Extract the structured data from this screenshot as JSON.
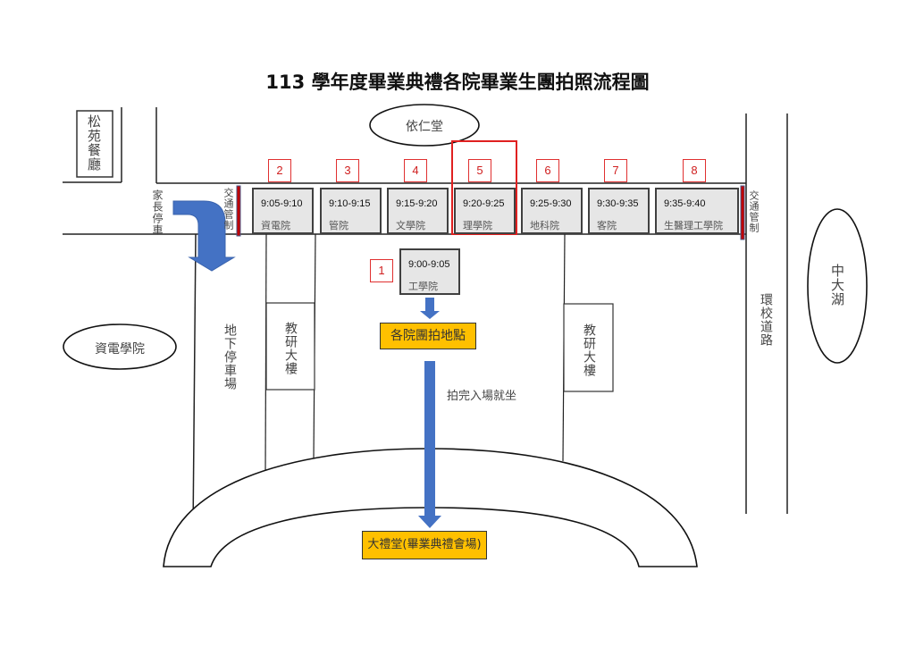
{
  "title": "113 學年度畢業典禮各院畢業生團拍照流程圖",
  "landmarks": {
    "restaurant": "松苑餐廳",
    "yiren_hall": "依仁堂",
    "parent_parking": "家長停車",
    "traffic_control_left": "交通管制",
    "traffic_control_right": "交通管制",
    "underground_parking": "地下停車場",
    "research_building_left": "教研大樓",
    "research_building_right": "教研大樓",
    "eecs_college": "資電學院",
    "ring_road": "環校道路",
    "lake": "中大湖",
    "walk_instruction": "拍完入場就坐"
  },
  "photo_location": "各院團拍地點",
  "auditorium": "大禮堂(畢業典禮會場)",
  "colleges": [
    {
      "order": "1",
      "time": "9:00-9:05",
      "name": "工學院",
      "highlighted": false
    },
    {
      "order": "2",
      "time": "9:05-9:10",
      "name": "資電院",
      "highlighted": false
    },
    {
      "order": "3",
      "time": "9:10-9:15",
      "name": "管院",
      "highlighted": false
    },
    {
      "order": "4",
      "time": "9:15-9:20",
      "name": "文學院",
      "highlighted": false
    },
    {
      "order": "5",
      "time": "9:20-9:25",
      "name": "理學院",
      "highlighted": true
    },
    {
      "order": "6",
      "time": "9:25-9:30",
      "name": "地科院",
      "highlighted": false
    },
    {
      "order": "7",
      "time": "9:30-9:35",
      "name": "客院",
      "highlighted": false
    },
    {
      "order": "8",
      "time": "9:35-9:40",
      "name": "生醫理工學院",
      "highlighted": false
    }
  ],
  "colors": {
    "arrow": "#4472c4",
    "highlight": "#e02020",
    "gold": "#ffc000",
    "box_fill": "#e6e6e6",
    "barrier": "#c00000"
  }
}
